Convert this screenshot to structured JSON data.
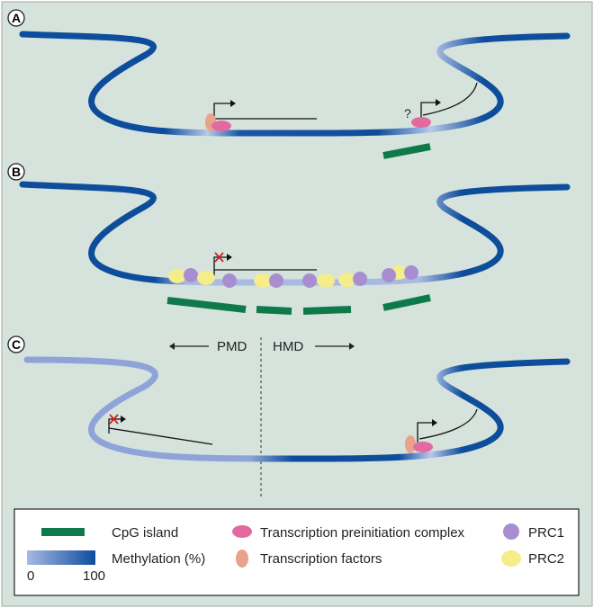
{
  "colors": {
    "background": "#d5e3dc",
    "dna_high": "#0d4d9c",
    "dna_low": "#8fa3d8",
    "cpg": "#0e7a4c",
    "preinitiation": "#e36aa0",
    "tf": "#e8a38a",
    "prc1": "#a88ed0",
    "prc2": "#f5ec8a",
    "block_x": "#cc2222"
  },
  "panels": [
    {
      "letter": "A"
    },
    {
      "letter": "B"
    },
    {
      "letter": "C"
    }
  ],
  "panel_a": {
    "question": "?"
  },
  "panel_c": {
    "left_region": "PMD",
    "right_region": "HMD"
  },
  "legend": {
    "cpg_island": "CpG island",
    "methylation": "Methylation (%)",
    "scale_min": "0",
    "scale_max": "100",
    "preinitiation": "Transcription preinitiation complex",
    "tf": "Transcription factors",
    "prc1": "PRC1",
    "prc2": "PRC2"
  }
}
